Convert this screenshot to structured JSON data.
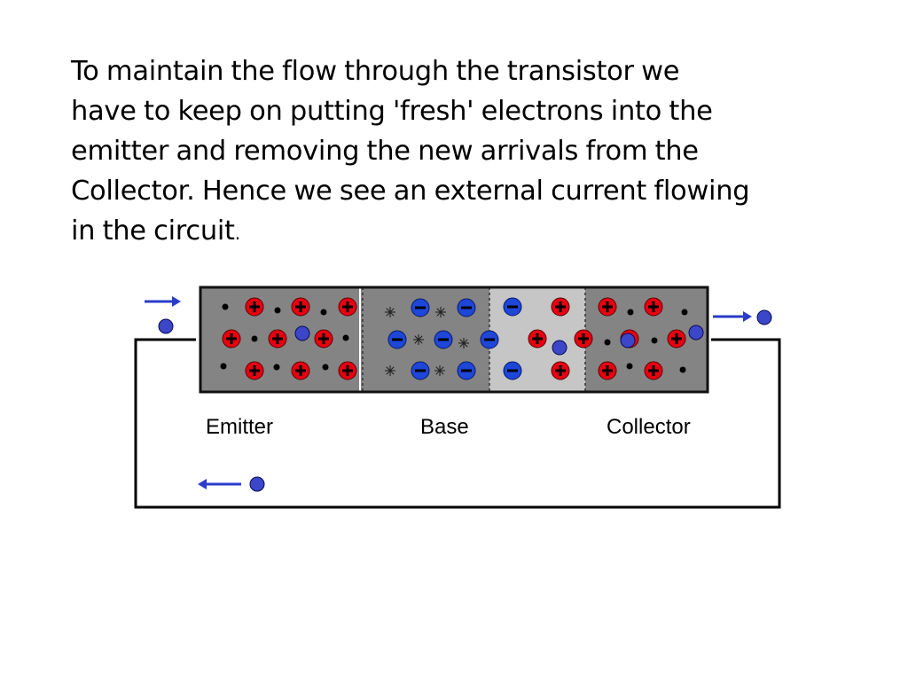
{
  "slide": {
    "lines": [
      "To maintain the flow through the transistor we",
      "have to keep on putting 'fresh' electrons into the",
      "emitter and removing the new arrivals from the",
      "Collector. Hence we see an external current flowing",
      "in the circuit"
    ],
    "final_period": "."
  },
  "diagram": {
    "labels": {
      "emitter": "Emitter",
      "base": "Base",
      "collector": "Collector"
    },
    "symbols": {
      "positive": "+",
      "negative": "−",
      "spark": "✳"
    },
    "colors": {
      "emitter_region": "#848484",
      "base_region": "#848484",
      "depletion_region": "#c6c6c6",
      "collector_region": "#848484",
      "hole": "#e60012",
      "fixed_negative": "#1e46d8",
      "electron": "#3c46c8",
      "dot": "#000000",
      "arrow": "#2a3cc8",
      "wire": "#000000"
    }
  }
}
